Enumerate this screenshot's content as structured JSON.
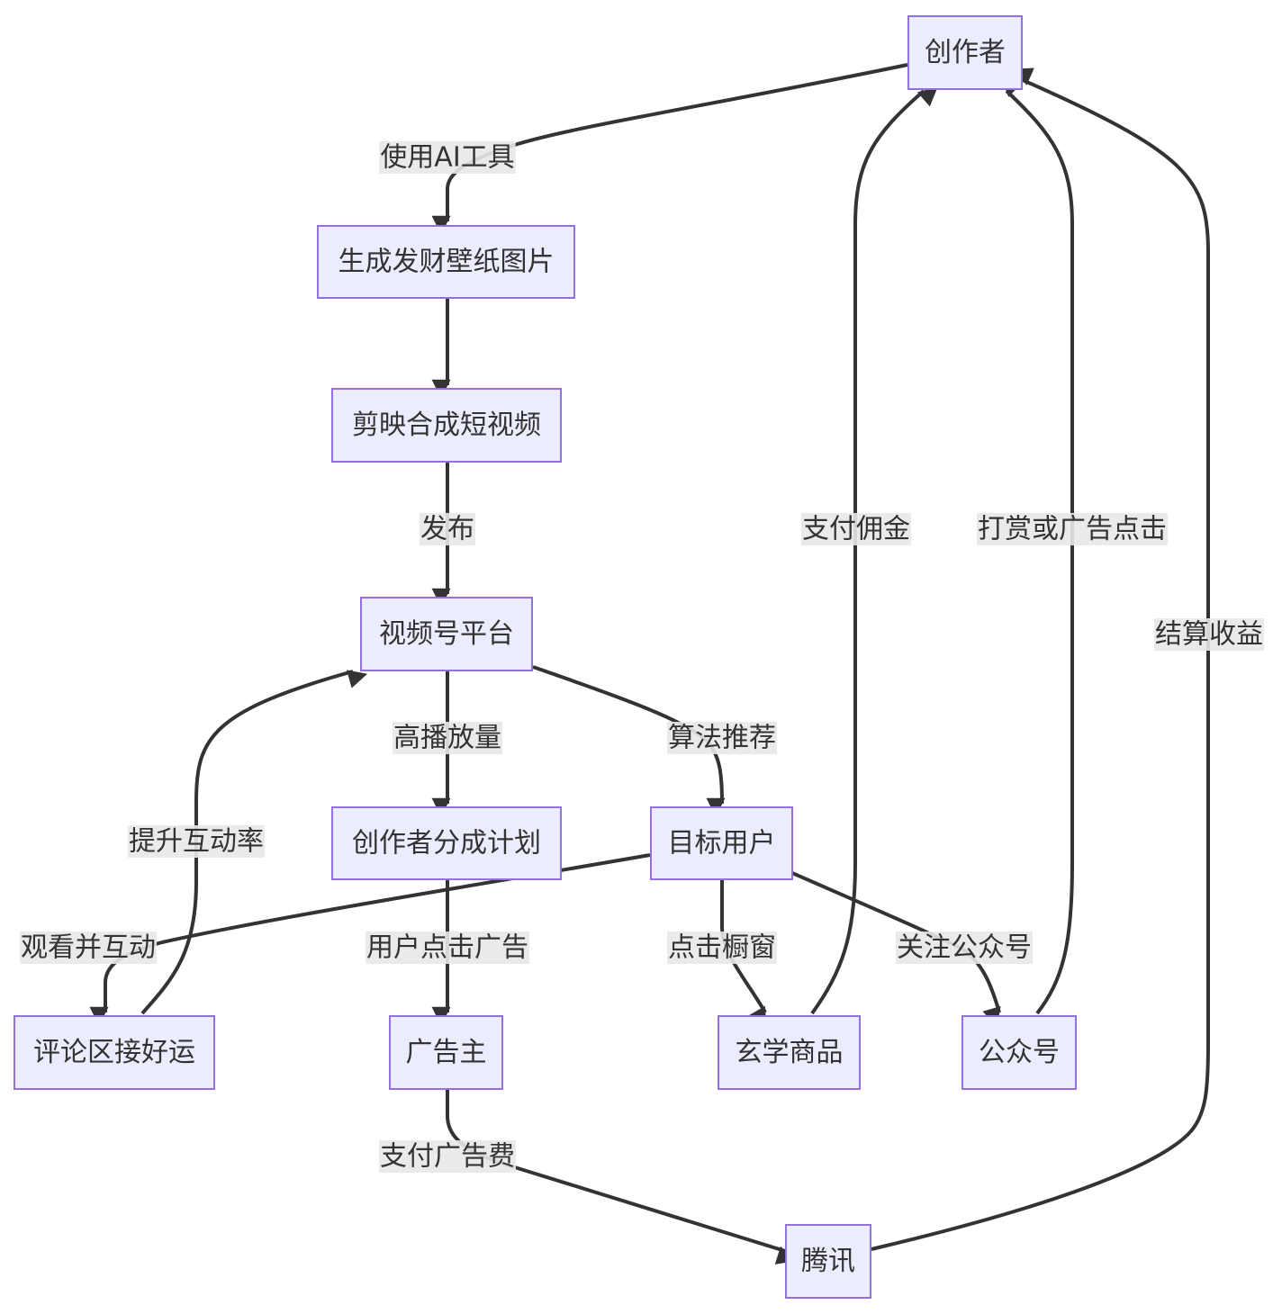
{
  "nodes": {
    "creator": "创作者",
    "wallpaper": "生成发财壁纸图片",
    "jianying": "剪映合成短视频",
    "platform": "视频号平台",
    "revenue_share": "创作者分成计划",
    "target_users": "目标用户",
    "comments": "评论区接好运",
    "advertiser": "广告主",
    "mystic_goods": "玄学商品",
    "official_account": "公众号",
    "tencent": "腾讯"
  },
  "edges": {
    "use_ai": "使用AI工具",
    "publish": "发布",
    "high_views": "高播放量",
    "algorithm": "算法推荐",
    "boost": "提升互动率",
    "watch": "观看并互动",
    "click_ad": "用户点击广告",
    "click_window": "点击橱窗",
    "follow": "关注公众号",
    "pay_ad_fee": "支付广告费",
    "commission": "支付佣金",
    "reward": "打赏或广告点击",
    "settle": "结算收益"
  },
  "colors": {
    "node_fill": "#ECECFF",
    "node_stroke": "#9370DB",
    "edge": "#333333",
    "label_bg": "#e8e8e8"
  }
}
